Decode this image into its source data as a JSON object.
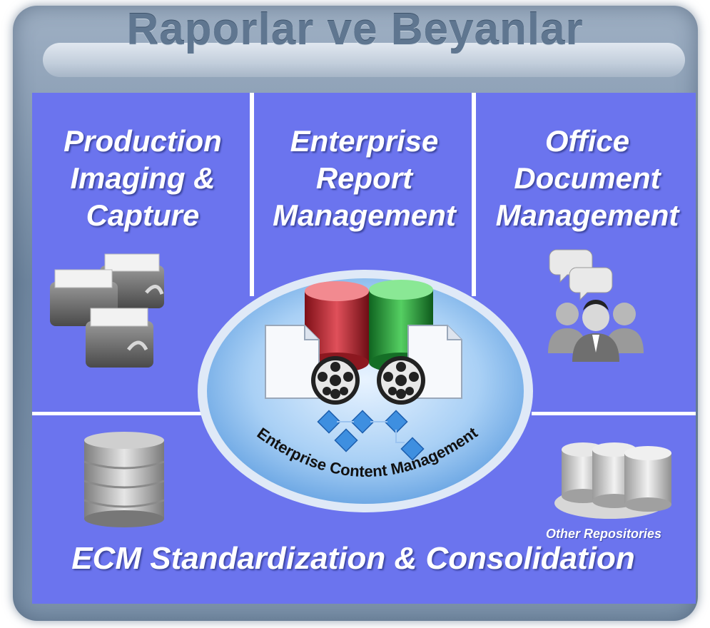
{
  "title": "Raporlar ve Beyanlar",
  "sections": {
    "production": {
      "line1": "Production",
      "line2": "Imaging &",
      "line3": "Capture"
    },
    "enterprise_report": {
      "line1": "Enterprise",
      "line2": "Report",
      "line3": "Management"
    },
    "office_document": {
      "line1": "Office",
      "line2": "Document",
      "line3": "Management"
    }
  },
  "center_label": "Enterprise Content Management",
  "other_repositories": "Other Repositories",
  "bottom_title": "ECM Standardization & Consolidation",
  "colors": {
    "panel": "#6b74ee",
    "frame": "#7d93ab",
    "text": "#ffffff",
    "red_db": "#c8323c",
    "green_db": "#2fa33e"
  }
}
